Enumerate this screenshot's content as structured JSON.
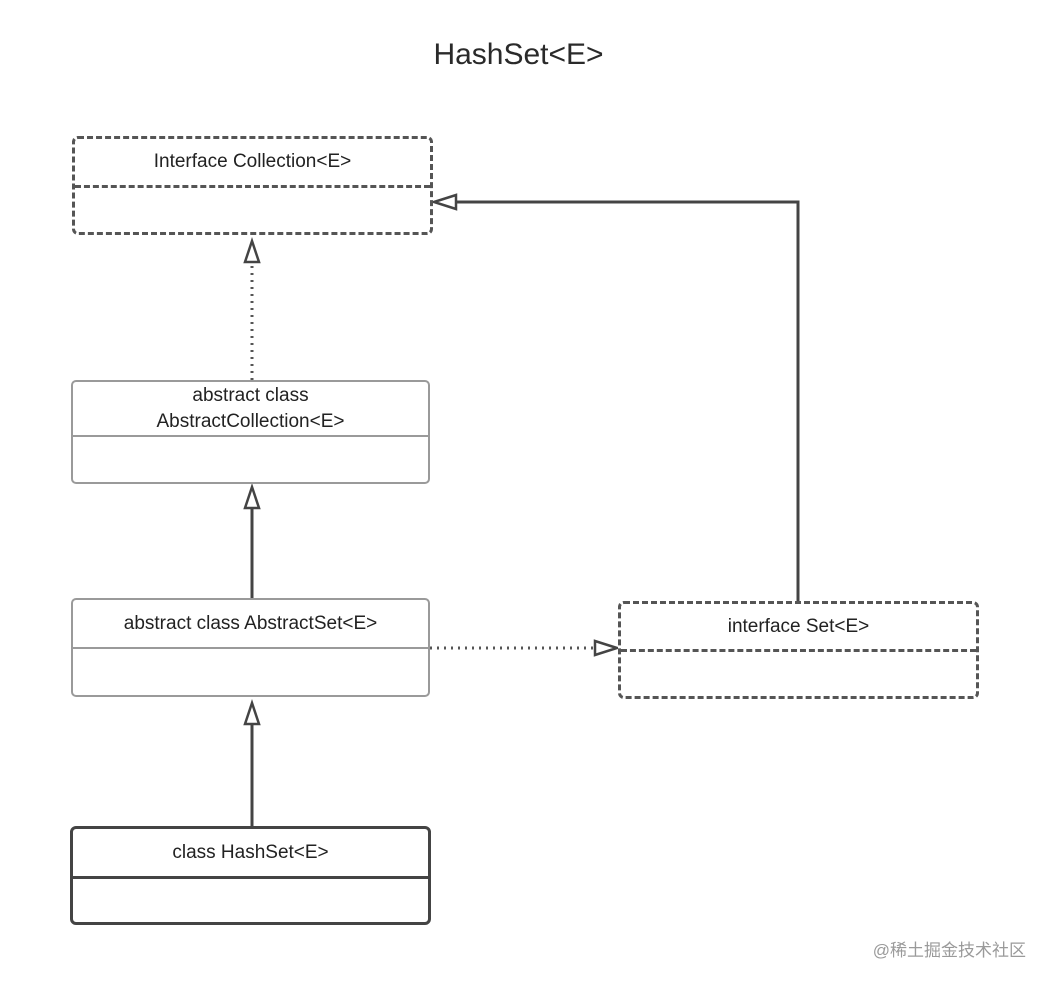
{
  "title": "HashSet<E>",
  "nodes": {
    "collection": {
      "kind": "interface",
      "lines": [
        "Interface Collection<E>"
      ]
    },
    "abstract_collection": {
      "kind": "abstract class",
      "lines": [
        "abstract class",
        "AbstractCollection<E>"
      ]
    },
    "abstract_set": {
      "kind": "abstract class",
      "lines": [
        "abstract class AbstractSet<E>"
      ]
    },
    "hash_set": {
      "kind": "class",
      "lines": [
        "class HashSet<E>"
      ]
    },
    "set": {
      "kind": "interface",
      "lines": [
        "interface Set<E>"
      ]
    }
  },
  "edges": [
    {
      "from": "abstract_collection",
      "to": "collection",
      "type": "realization"
    },
    {
      "from": "abstract_set",
      "to": "abstract_collection",
      "type": "generalization"
    },
    {
      "from": "hash_set",
      "to": "abstract_set",
      "type": "generalization"
    },
    {
      "from": "abstract_set",
      "to": "set",
      "type": "realization"
    },
    {
      "from": "set",
      "to": "collection",
      "type": "generalization"
    }
  ],
  "watermark": "@稀土掘金技术社区",
  "colors": {
    "line": "#444444",
    "thin_border": "#9a9a9a",
    "dashed_border": "#555555",
    "watermark": "#9a9a9a"
  }
}
